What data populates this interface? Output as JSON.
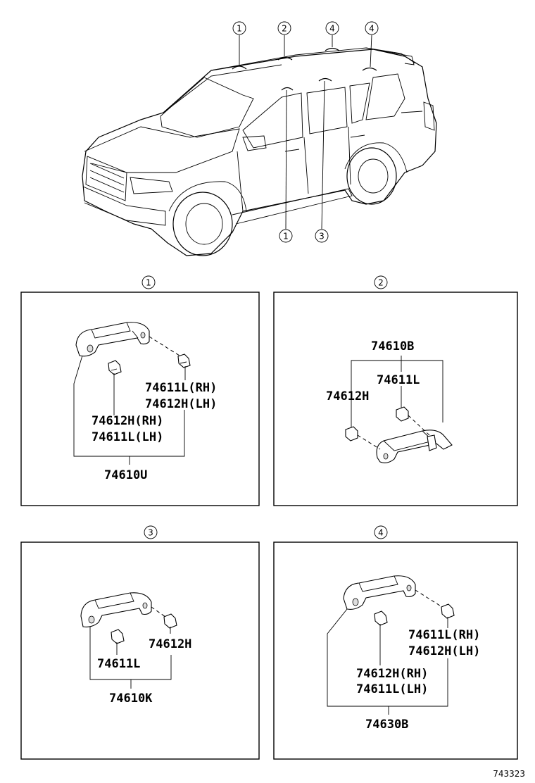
{
  "figure_code": "743323",
  "vehicle_callouts": {
    "top": [
      "1",
      "2",
      "4",
      "4"
    ],
    "bottom": [
      "1",
      "3"
    ]
  },
  "panels": [
    {
      "id": "1",
      "labels": {
        "clip_upper": "74611L(RH)",
        "clip_upper_2": "74612H(LH)",
        "clip_lower": "74612H(RH)",
        "clip_lower_2": "74611L(LH)",
        "assembly": "74610U"
      }
    },
    {
      "id": "2",
      "labels": {
        "assembly": "74610B",
        "clip_a": "74611L",
        "clip_b": "74612H"
      }
    },
    {
      "id": "3",
      "labels": {
        "clip_right": "74612H",
        "clip_left": "74611L",
        "assembly": "74610K"
      }
    },
    {
      "id": "4",
      "labels": {
        "clip_upper": "74611L(RH)",
        "clip_upper_2": "74612H(LH)",
        "clip_lower": "74612H(RH)",
        "clip_lower_2": "74611L(LH)",
        "assembly": "74630B"
      }
    }
  ]
}
